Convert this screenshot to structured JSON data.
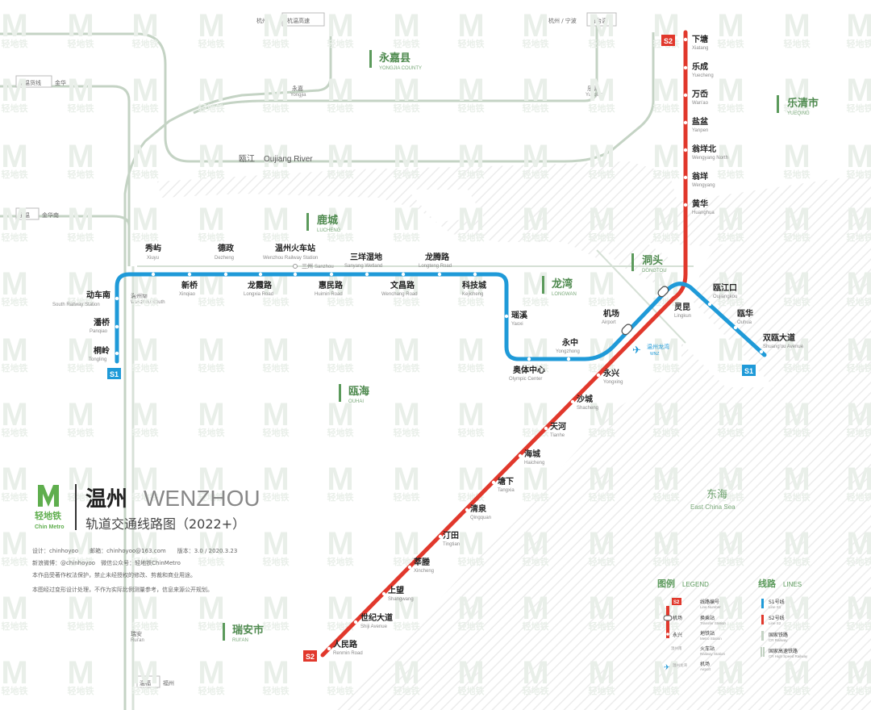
{
  "title": {
    "city_zh": "温州",
    "city_en": "WENZHOU",
    "subtitle": "轨道交通线路图（2022+）",
    "logo_zh": "轻地铁",
    "logo_en": "Chin Metro",
    "credits": [
      "设计：chinhoyoo　　邮箱：chinhoyoo@163.com　　版本：3.0 / 2020.3.23",
      "新浪微博：@chinhoyoo　微信公众号：轻地铁ChinMetro",
      "本作品受著作权法保护，禁止未经授权的修改、剪裁和商业用途。",
      "本图经过变形设计处理，不作为实际比例测量参考，信息来源公开规划。"
    ]
  },
  "watermark": {
    "glyph": "M",
    "text": "轻地铁"
  },
  "colors": {
    "s1": "#1f9ad8",
    "s2": "#e1382c",
    "rail": "#b9c9b9",
    "district": "#5b9a5b",
    "sea_hatch": "#eeeeee"
  },
  "geography": {
    "river_zh": "瓯江",
    "river_en": "Oujiang River",
    "sea_zh": "东海",
    "sea_en": "East China Sea"
  },
  "districts": [
    {
      "zh": "永嘉县",
      "en": "YONGJIA COUNTY"
    },
    {
      "zh": "乐清市",
      "en": "YUEQING"
    },
    {
      "zh": "鹿城",
      "en": "LUCHENG"
    },
    {
      "zh": "龙湾",
      "en": "LONGWAN"
    },
    {
      "zh": "洞头",
      "en": "DONGTOU"
    },
    {
      "zh": "瓯海",
      "en": "OUHAI"
    },
    {
      "zh": "瑞安市",
      "en": "RUI'AN"
    }
  ],
  "railways": [
    {
      "label": "杭温高速",
      "prefix": "杭州"
    },
    {
      "label": "甬台温",
      "prefix": "杭州 / 宁波"
    },
    {
      "label": "金温货线",
      "prefix": "金华"
    },
    {
      "label": "金温",
      "prefix": "金华南"
    },
    {
      "label": "温福",
      "prefix": "福州"
    }
  ],
  "rail_stations": [
    {
      "zh": "永嘉",
      "en": "Yongjia"
    },
    {
      "zh": "乐清",
      "en": "Yueqing"
    },
    {
      "zh": "三州",
      "en": "Sanzhou"
    },
    {
      "zh": "温州南",
      "en": "Wenzhou South"
    },
    {
      "zh": "瑞安",
      "en": "Rui'an"
    }
  ],
  "lines": {
    "s1": {
      "badge": "S1",
      "stations": [
        {
          "zh": "桐岭",
          "en": "Tongling"
        },
        {
          "zh": "潘桥",
          "en": "Panqiao"
        },
        {
          "zh": "动车南",
          "en": "South Railway Station"
        },
        {
          "zh": "秀屿",
          "en": "Xiuyu"
        },
        {
          "zh": "新桥",
          "en": "Xinqiao"
        },
        {
          "zh": "德政",
          "en": "Dezheng"
        },
        {
          "zh": "龙霞路",
          "en": "Longxia Road"
        },
        {
          "zh": "温州火车站",
          "en": "Wenzhou Railway Station"
        },
        {
          "zh": "惠民路",
          "en": "Huimin Road"
        },
        {
          "zh": "三垟湿地",
          "en": "Sanyang Wetland"
        },
        {
          "zh": "文昌路",
          "en": "Wenchang Road"
        },
        {
          "zh": "龙腾路",
          "en": "Longteng Road"
        },
        {
          "zh": "科技城",
          "en": "Kejicheng"
        },
        {
          "zh": "瑶溪",
          "en": "Yaoxi"
        },
        {
          "zh": "奥体中心",
          "en": "Olympic Center"
        },
        {
          "zh": "永中",
          "en": "Yongzhong"
        },
        {
          "zh": "机场",
          "en": "Airport"
        },
        {
          "zh": "灵昆",
          "en": "Lingkun"
        },
        {
          "zh": "瓯江口",
          "en": "Oujiangkou"
        },
        {
          "zh": "瓯华",
          "en": "Ouhua"
        },
        {
          "zh": "双瓯大道",
          "en": "Shuang'ou Avenue"
        }
      ]
    },
    "s2": {
      "badge": "S2",
      "stations": [
        {
          "zh": "下塘",
          "en": "Xiatang"
        },
        {
          "zh": "乐成",
          "en": "Yuecheng"
        },
        {
          "zh": "万岙",
          "en": "Wan'ao"
        },
        {
          "zh": "盐盆",
          "en": "Yanpen"
        },
        {
          "zh": "翁垟北",
          "en": "Wengyang North"
        },
        {
          "zh": "翁垟",
          "en": "Wengyang"
        },
        {
          "zh": "黄华",
          "en": "Huanghua"
        },
        {
          "zh": "永兴",
          "en": "Yongxing"
        },
        {
          "zh": "沙城",
          "en": "Shacheng"
        },
        {
          "zh": "天河",
          "en": "Tianhe"
        },
        {
          "zh": "海城",
          "en": "Haicheng"
        },
        {
          "zh": "塘下",
          "en": "Tangxia"
        },
        {
          "zh": "清泉",
          "en": "Qingquan"
        },
        {
          "zh": "汀田",
          "en": "Tingtian"
        },
        {
          "zh": "莘塍",
          "en": "Xincheng"
        },
        {
          "zh": "上望",
          "en": "Shangwang"
        },
        {
          "zh": "世纪大道",
          "en": "Shiji Avenue"
        },
        {
          "zh": "人民路",
          "en": "Renmin Road"
        }
      ]
    }
  },
  "airport": {
    "zh": "温州龙湾",
    "code": "WNZ"
  },
  "legend": {
    "title_zh": "图例",
    "title_en": "LEGEND",
    "items": [
      {
        "zh": "线路编号",
        "en": "Line Number"
      },
      {
        "zh": "换乘站",
        "en": "Transfer Station"
      },
      {
        "zh": "地铁站",
        "en": "Metro Station"
      },
      {
        "zh": "火车站",
        "en": "Railway Station"
      },
      {
        "zh": "机场",
        "en": "Airport"
      }
    ],
    "sample": {
      "badge": "S2",
      "transfer": "机场",
      "station": "永兴",
      "rail": "温州南",
      "airport": "温州龙湾"
    },
    "lines_title_zh": "线路",
    "lines_title_en": "LINES",
    "lines": [
      {
        "zh": "S1号线",
        "en": "Line S1"
      },
      {
        "zh": "S2号线",
        "en": "Line S2"
      },
      {
        "zh": "国家铁路",
        "en": "CR Railway"
      },
      {
        "zh": "国家高速铁路",
        "en": "CR High Speed Railway"
      }
    ]
  }
}
